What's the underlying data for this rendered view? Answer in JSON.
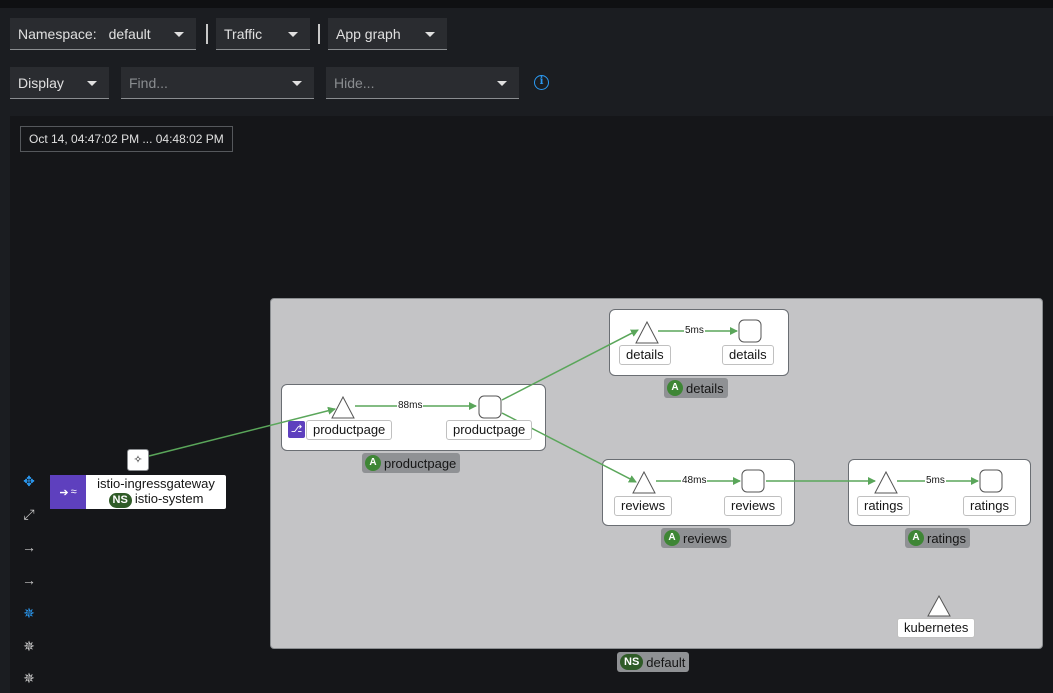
{
  "toolbar": {
    "namespace_label": "Namespace:",
    "namespace_value": "default",
    "traffic_label": "Traffic",
    "graph_type_label": "App graph",
    "display_label": "Display",
    "find_placeholder": "Find...",
    "hide_placeholder": "Hide...",
    "info_glyph": "i"
  },
  "graph": {
    "time_range": "Oct 14, 04:47:02 PM ... 04:48:02 PM",
    "namespace_badge": {
      "prefix": "NS",
      "name": "default"
    },
    "gateway": {
      "name": "istio-ingressgateway",
      "ns_prefix": "NS",
      "namespace": "istio-system"
    },
    "apps": [
      {
        "badge_prefix": "A",
        "name": "productpage",
        "service_label": "productpage",
        "workload_label": "productpage",
        "latency": "88ms"
      },
      {
        "badge_prefix": "A",
        "name": "details",
        "service_label": "details",
        "workload_label": "details",
        "latency": "5ms"
      },
      {
        "badge_prefix": "A",
        "name": "reviews",
        "service_label": "reviews",
        "workload_label": "reviews",
        "latency": "48ms"
      },
      {
        "badge_prefix": "A",
        "name": "ratings",
        "service_label": "ratings",
        "workload_label": "ratings",
        "latency": "5ms"
      }
    ],
    "kubernetes_label": "kubernetes",
    "edge_color": "#5aa65a"
  },
  "side_toolbar": [
    {
      "icon": "move-icon",
      "active": true
    },
    {
      "icon": "expand-icon",
      "active": false
    },
    {
      "icon": "arrow-right-icon",
      "active": false
    },
    {
      "icon": "arrow-right-icon",
      "active": false
    },
    {
      "icon": "layout-icon",
      "active": true
    },
    {
      "icon": "layout-icon",
      "active": false
    },
    {
      "icon": "layout-icon",
      "active": false
    }
  ]
}
